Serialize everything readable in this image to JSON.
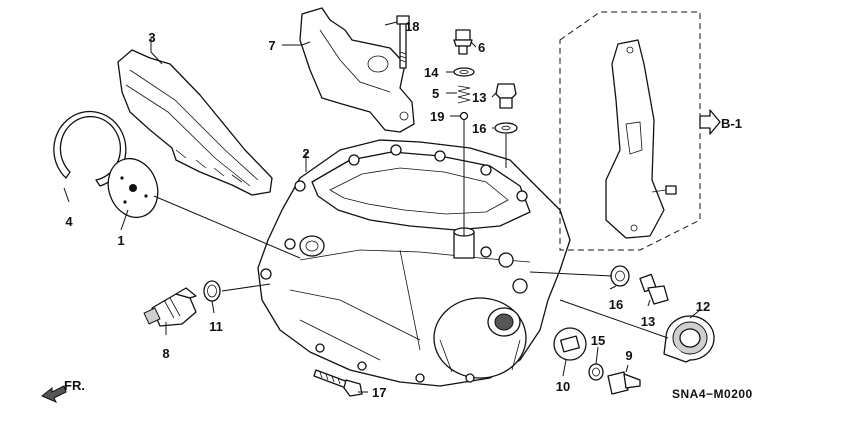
{
  "callouts": {
    "c1": "1",
    "c2": "2",
    "c3": "3",
    "c4": "4",
    "c5": "5",
    "c6": "6",
    "c7": "7",
    "c8": "8",
    "c9": "9",
    "c10": "10",
    "c11": "11",
    "c12": "12",
    "c13a": "13",
    "c13b": "13",
    "c14": "14",
    "c15": "15",
    "c16a": "16",
    "c16b": "16",
    "c17": "17",
    "c18": "18",
    "c19": "19"
  },
  "reference": {
    "label": "B-1"
  },
  "front_indicator": {
    "label": "FR."
  },
  "diagram_code": "SNA4−M0200"
}
